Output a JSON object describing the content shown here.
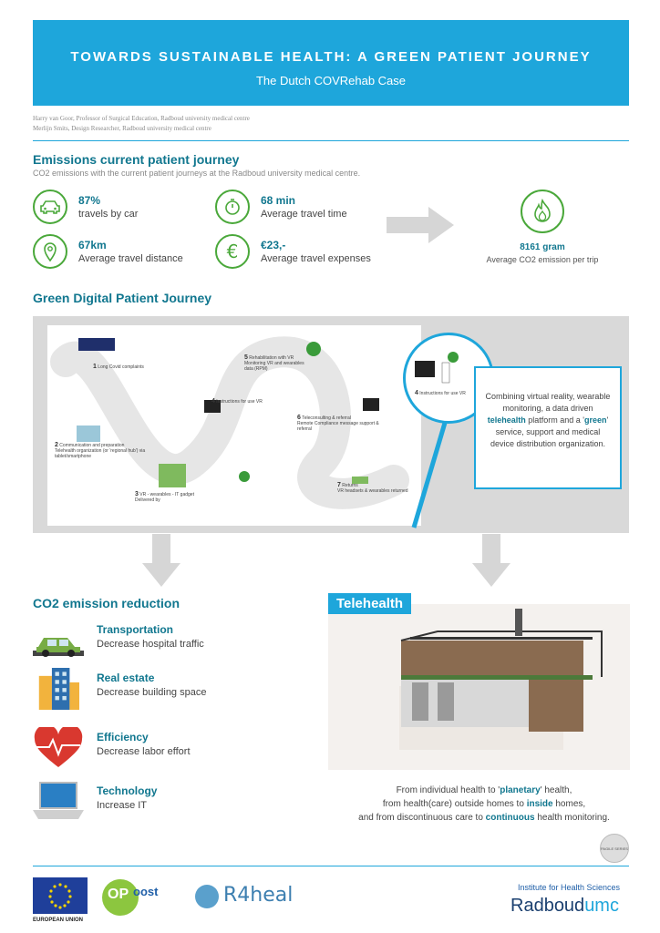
{
  "header": {
    "title": "TOWARDS SUSTAINABLE HEALTH: A GREEN PATIENT JOURNEY",
    "subtitle": "The Dutch COVRehab Case"
  },
  "authors": [
    "Harry van Goor, Professor of Surgical Education, Radboud university medical centre",
    "Merlijn Smits, Design Researcher, Radboud university medical centre"
  ],
  "emissions": {
    "title": "Emissions current patient journey",
    "intro": "CO2 emissions with the current patient journeys at the Radboud university medical centre.",
    "stats": [
      {
        "value": "87%",
        "label": "travels by car",
        "icon": "car-icon"
      },
      {
        "value": "68 min",
        "label": "Average travel time",
        "icon": "stopwatch-icon"
      },
      {
        "value": "67km",
        "label": "Average travel distance",
        "icon": "location-pin-icon"
      },
      {
        "value": "€23,-",
        "label": "Average travel expenses",
        "icon": "euro-icon"
      }
    ],
    "co2": {
      "value": "8161 gram",
      "label": "Average CO2 emission per trip",
      "icon": "flame-icon"
    }
  },
  "journey": {
    "title": "Green Digital Patient Journey",
    "steps": [
      {
        "num": "1",
        "label": "Long Covid complaints"
      },
      {
        "num": "2",
        "label": "Communication and preparation",
        "note": "Telehealth organization (or 'regional hub') via tablet/smartphone"
      },
      {
        "num": "3",
        "label": "VR - wearables - IT gadget",
        "note": "Delivered by"
      },
      {
        "num": "4",
        "label": "Instructions for use VR"
      },
      {
        "num": "5",
        "label": "Rehabilitation with VR",
        "note": "Monitoring VR and wearables data (RPM)"
      },
      {
        "num": "6",
        "label": "Teleconsulting & referral",
        "note": "Remote Compliance message support & referral"
      },
      {
        "num": "7",
        "label": "Returns",
        "note": "VR headsets & wearables returned"
      }
    ],
    "magnifier_label": "Instructions for use VR",
    "magnifier_num": "4",
    "info": {
      "p1": "Combining virtual reality, wearable monitoring, a data driven ",
      "b1": "telehealth",
      "p2": " platform and a '",
      "b2": "green",
      "p3": "' service, support and medical device distribution organization."
    }
  },
  "reduction": {
    "title": "CO2 emission reduction",
    "items": [
      {
        "title": "Transportation",
        "desc": "Decrease hospital traffic"
      },
      {
        "title": "Real estate",
        "desc": "Decrease building space"
      },
      {
        "title": "Efficiency",
        "desc": "Decrease labor effort"
      },
      {
        "title": "Technology",
        "desc": "Increase IT"
      }
    ]
  },
  "telehealth": {
    "tag": "Telehealth",
    "line1a": "From individual health to '",
    "line1b": "planetary",
    "line1c": "' health,",
    "line2a": "from health(care) outside homes to ",
    "line2b": "inside",
    "line2c": " homes,",
    "line3a": "and from discontinuous care to ",
    "line3b": "continuous",
    "line3c": " health monitoring."
  },
  "stamp": "PAGILE SERIES",
  "footer": {
    "eu": "EUROPEAN UNION",
    "op_logo": "OP",
    "op_text": "oost",
    "r4heal_logo": "R4heal",
    "institute": "Institute for Health Sciences",
    "radboud1": "Radboud",
    "radboud2": "umc"
  },
  "colors": {
    "accent": "#1ea6db",
    "dark": "#11778f",
    "green": "#4aa83a"
  }
}
